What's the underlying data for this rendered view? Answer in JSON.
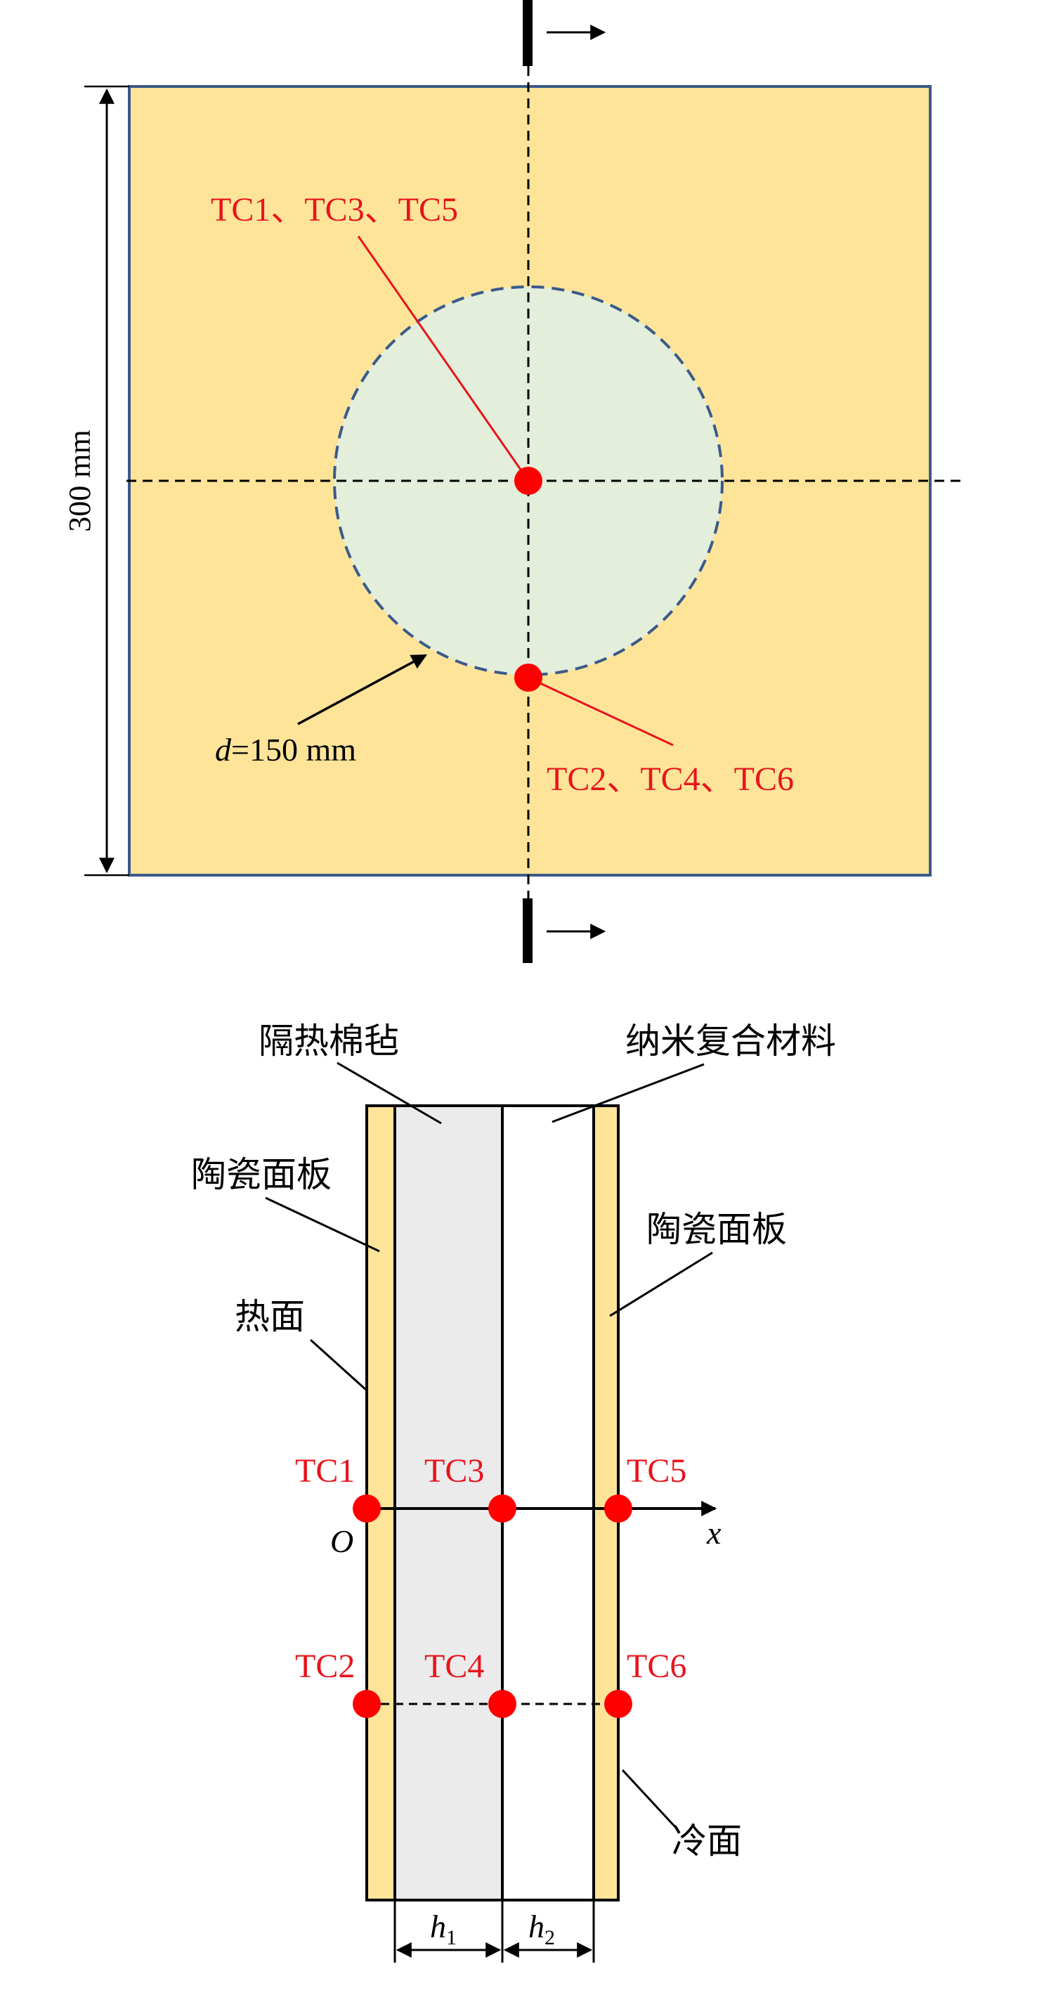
{
  "colors": {
    "panel_fill": "#fde499",
    "panel_border": "#3b5a8a",
    "circle_fill": "#e3eedb",
    "circle_stroke": "#3b5a8a",
    "felt_fill": "#ebebeb",
    "nano_fill": "#ffffff",
    "sensor": "#ff0000",
    "sensor_label": "#e8141c",
    "line": "#000000"
  },
  "top_view": {
    "dimension_label": "300 mm",
    "diameter_label": {
      "italic": "d",
      "rest": "=150 mm"
    },
    "center_sensors_label": "TC1、TC3、TC5",
    "edge_sensors_label": "TC2、TC4、TC6"
  },
  "section_view": {
    "felt_label": "隔热棉毡",
    "nano_label": "纳米复合材料",
    "ceramic_left_label": "陶瓷面板",
    "ceramic_right_label": "陶瓷面板",
    "hot_face_label": "热面",
    "cold_face_label": "冷面",
    "origin_label": "O",
    "x_axis_label": "x",
    "sensors": [
      {
        "label": "TC1"
      },
      {
        "label": "TC3"
      },
      {
        "label": "TC5"
      },
      {
        "label": "TC2"
      },
      {
        "label": "TC4"
      },
      {
        "label": "TC6"
      }
    ],
    "h1": {
      "main": "h",
      "sub": "1"
    },
    "h2": {
      "main": "h",
      "sub": "2"
    }
  }
}
